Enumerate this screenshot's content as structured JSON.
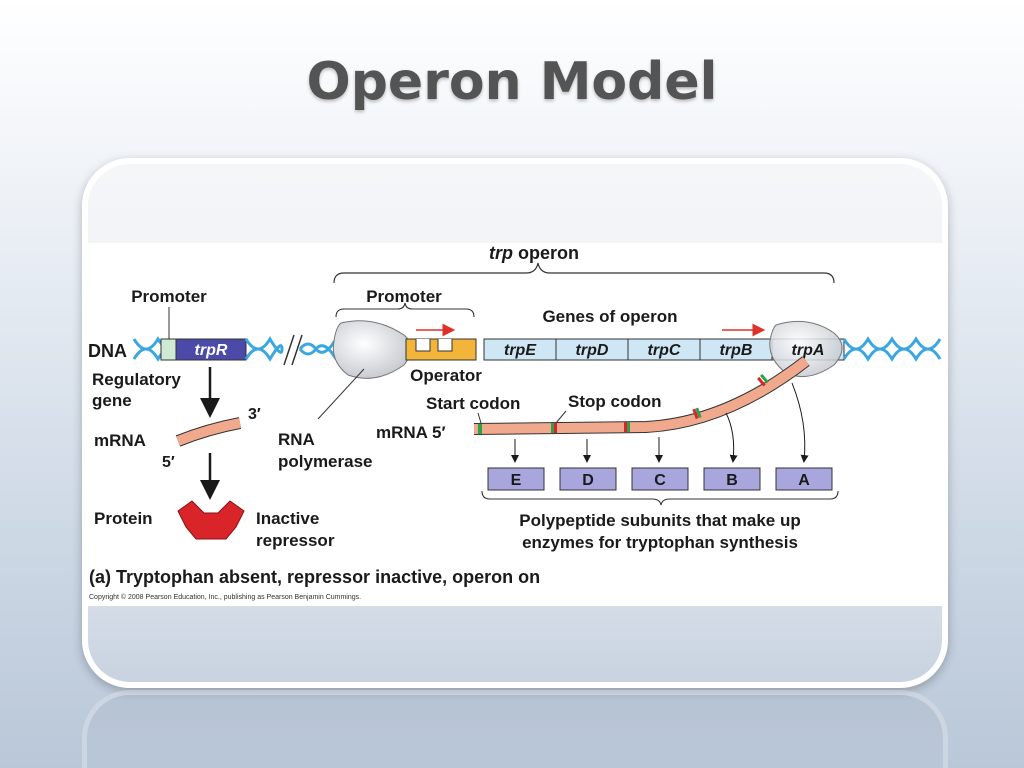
{
  "slide": {
    "title": "Operon Model"
  },
  "diagram": {
    "operon_label_italic": "trp",
    "operon_label_rest": " operon",
    "promoter_left": "Promoter",
    "promoter_right": "Promoter",
    "genes_of_operon": "Genes of operon",
    "dna": "DNA",
    "genes": {
      "trpR": "trpR",
      "trpE": "trpE",
      "trpD": "trpD",
      "trpC": "trpC",
      "trpB": "trpB",
      "trpA": "trpA"
    },
    "regulatory_gene": [
      "Regulatory",
      "gene"
    ],
    "operator": "Operator",
    "rna_polymerase": [
      "RNA",
      "polymerase"
    ],
    "mrna_left": "mRNA",
    "three_prime": "3′",
    "five_prime": "5′",
    "mrna_right": "mRNA 5′",
    "start_codon": "Start codon",
    "stop_codon": "Stop codon",
    "protein": "Protein",
    "inactive_repressor": [
      "Inactive",
      "repressor"
    ],
    "subunits": [
      "E",
      "D",
      "C",
      "B",
      "A"
    ],
    "polypeptide_caption": [
      "Polypeptide subunits that make up",
      "enzymes for tryptophan synthesis"
    ],
    "figure_caption": "(a) Tryptophan absent, repressor inactive, operon on",
    "copyright": "Copyright © 2008 Pearson Education, Inc., publishing as Pearson Benjamin Cummings."
  },
  "colors": {
    "trpR_box": "#4b4aa8",
    "operon_genes": "#cfe6f4",
    "operator": "#f2b53a",
    "promoter": "#cfe9d4",
    "mrna": "#f0a98c",
    "repressor": "#d9252a",
    "subunit_box": "#a9a6dd",
    "dna_helix": "#3aa7e0"
  }
}
